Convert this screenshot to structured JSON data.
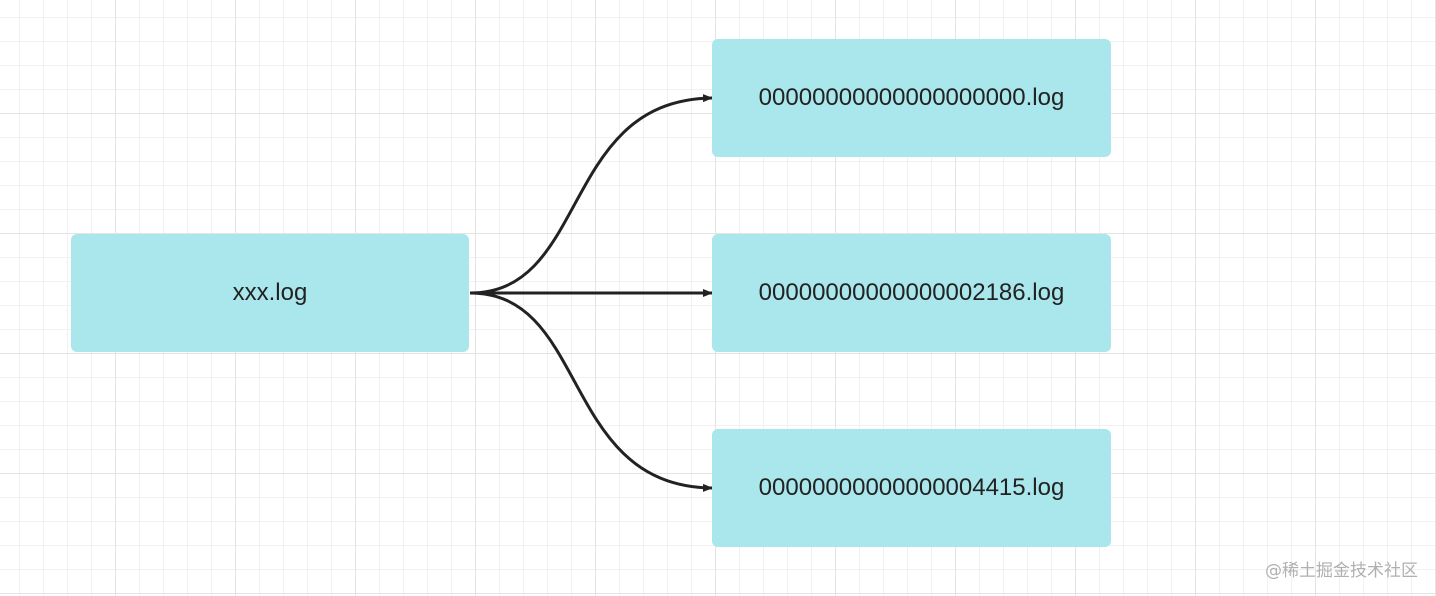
{
  "nodes": {
    "source": "xxx.log",
    "segments": [
      "00000000000000000000.log",
      "00000000000000002186.log",
      "00000000000000004415.log"
    ]
  },
  "watermark": "@稀土掘金技术社区",
  "colors": {
    "node_fill": "#a9e7ec",
    "edge": "#222222",
    "text": "#222222"
  }
}
